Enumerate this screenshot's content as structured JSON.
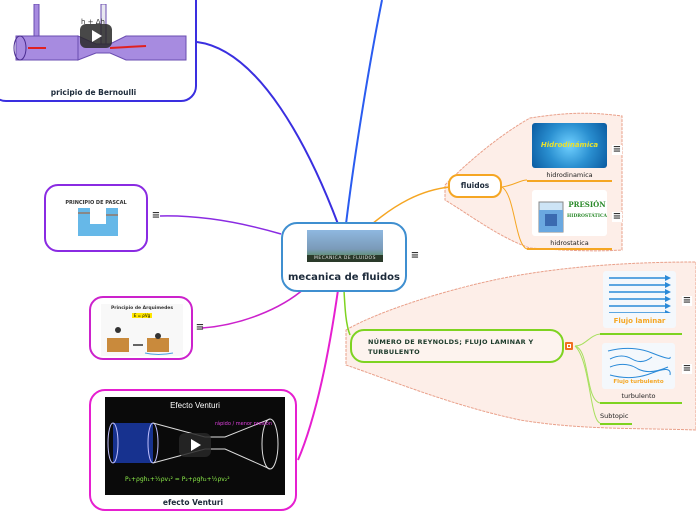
{
  "central": {
    "title": "mecanica de fluidos",
    "image_caption": "MECANICA DE FLUIDOS"
  },
  "left_topics": [
    {
      "caption": "pricipio de  Bernoulli",
      "has_video": true,
      "color": "#3a2fe0"
    },
    {
      "caption": "",
      "image_title": "PRINCIPIO DE PASCAL",
      "color": "#8a2be2"
    },
    {
      "caption": "",
      "image_title": "Principio de Arquimedes",
      "formula": "E = ρVg",
      "color": "#cc22cc"
    },
    {
      "caption": "efecto Venturi",
      "image_title": "Efecto Venturi",
      "has_video": true,
      "color": "#e61fd0"
    }
  ],
  "right_topics": {
    "fluidos": {
      "label": "fluidos",
      "color": "#f5a623",
      "children": [
        {
          "label": "hidrodinamica",
          "image_text": "Hidrodinámica"
        },
        {
          "label": "hidrostatica",
          "image_text_1": "PRESIÓN",
          "image_text_2": "HIDROSTÁTICA"
        }
      ]
    },
    "reynolds": {
      "label": "NÚMERO DE REYNOLDS; FLUJO LAMINAR Y TURBULENTO",
      "color": "#7ed321",
      "children": [
        {
          "label": "",
          "image_text": "Flujo laminar"
        },
        {
          "label": "turbulento",
          "image_text": "Flujo turbulento"
        },
        {
          "label": "Subtopic"
        }
      ]
    }
  },
  "icons": {
    "menu": "≡"
  },
  "colors": {
    "central_border": "#3f8fd0",
    "boundary_fill": "#fdeee8",
    "boundary_stroke": "#e9a08a"
  }
}
